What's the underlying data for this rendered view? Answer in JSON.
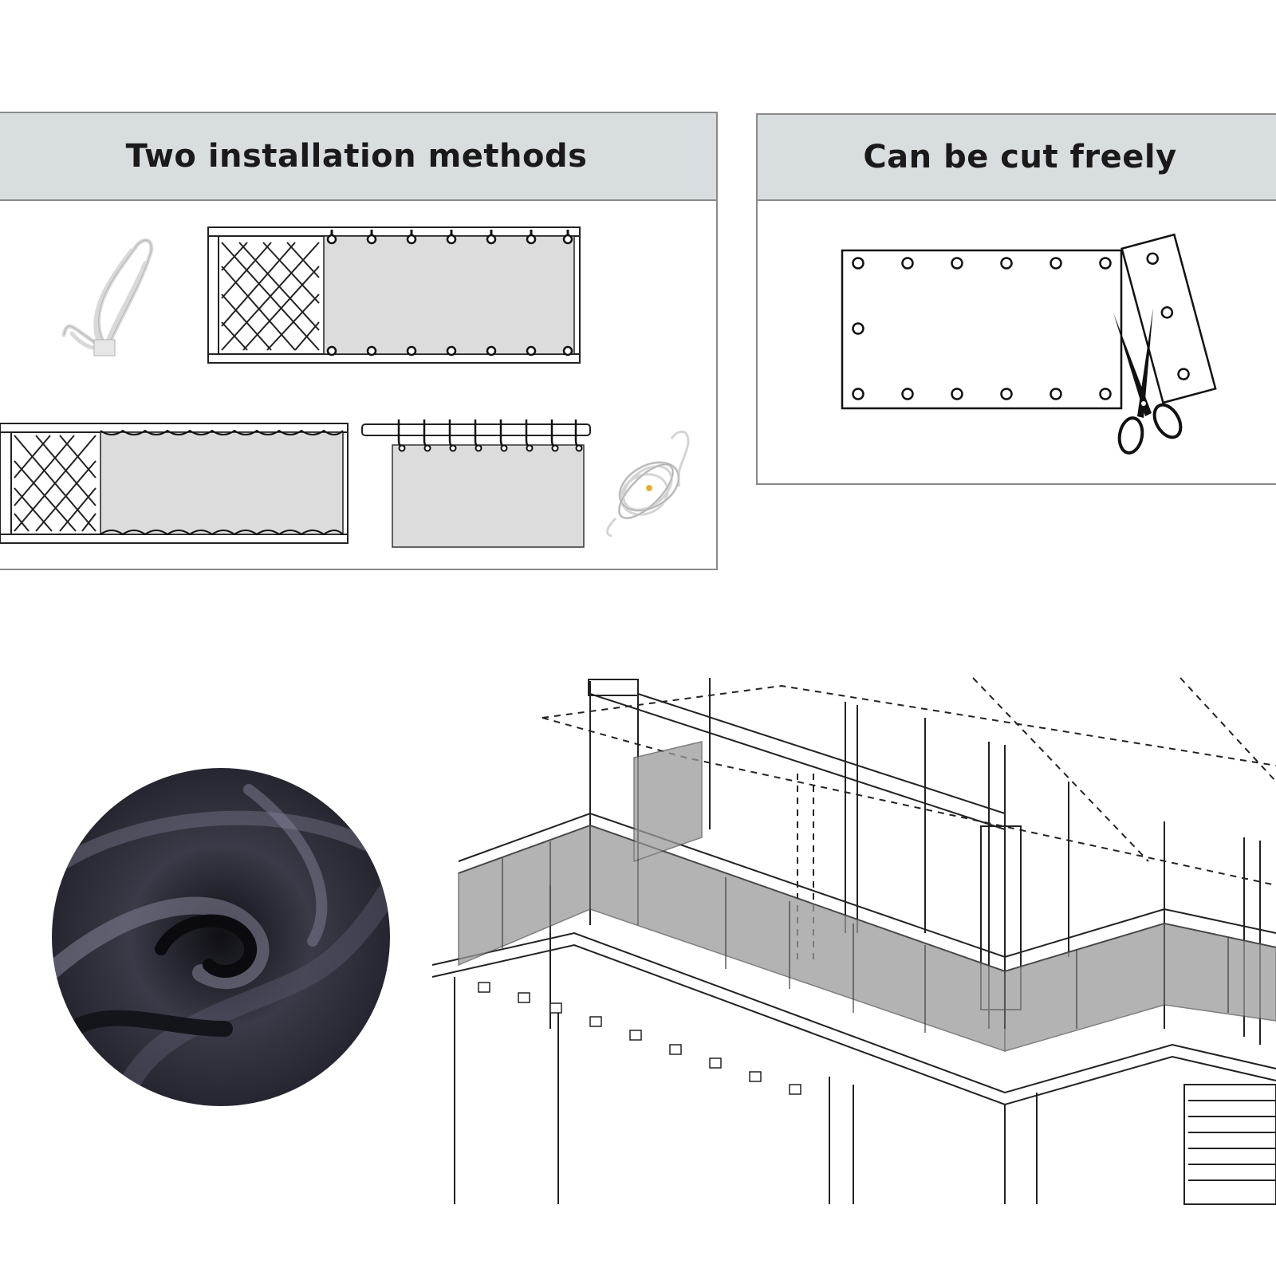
{
  "panels": {
    "install": {
      "title": "Two installation methods"
    },
    "cut": {
      "title": "Can be cut freely"
    }
  },
  "icons": {
    "zip_ties": "zip-ties-icon",
    "rope": "rope-coil-icon",
    "scissors": "scissors-icon",
    "fabric": "fabric-swatch-image"
  },
  "colors": {
    "header_bg": "#d8dee0",
    "panel_border": "#8a8a8a",
    "screen_fill": "#dcdcdc",
    "fabric_dark": "#2a2a33"
  }
}
